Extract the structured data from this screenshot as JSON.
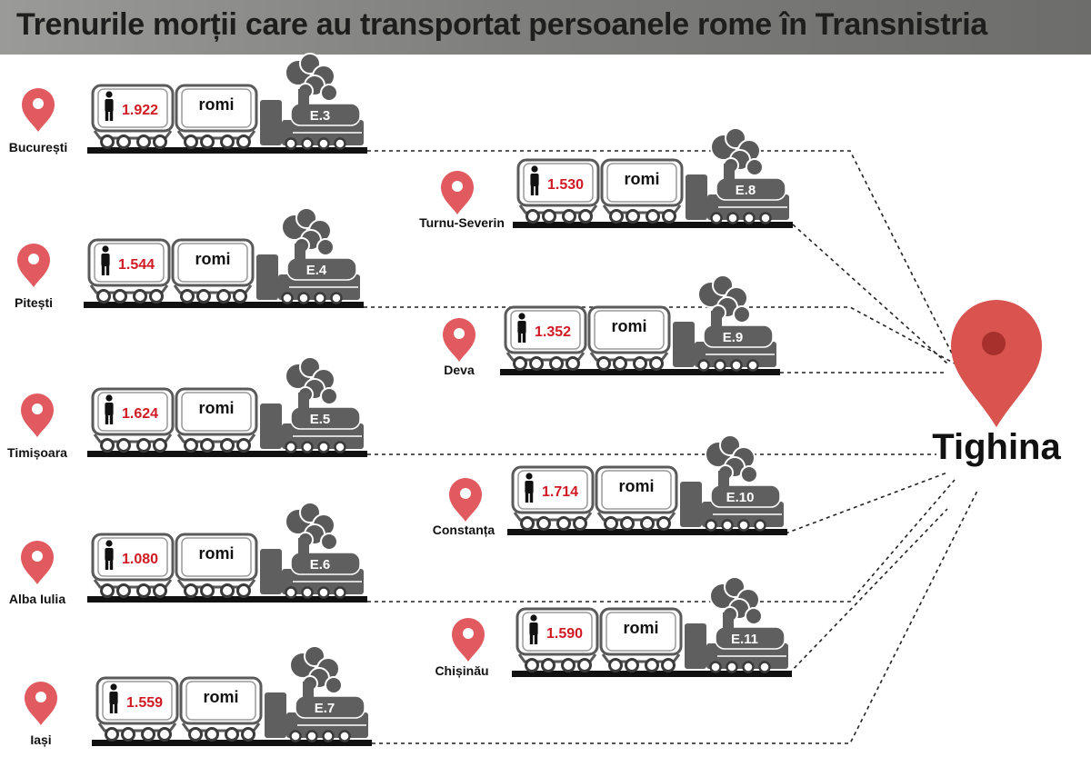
{
  "title": "Trenurile morții care au transportat persoanele rome în Transnistria",
  "destination": {
    "name": "Tighina",
    "icon": "map-pin-icon",
    "color": "#d9534f"
  },
  "colors": {
    "marker": "#e05a5f",
    "count": "#d01a24",
    "locomotive": "#5f5f5f",
    "smoke": "#5a5a5a",
    "track": "#111111"
  },
  "trains": [
    {
      "city": "București",
      "count": "1.922",
      "car_label": "romi",
      "engine": "E.3"
    },
    {
      "city": "Pitești",
      "count": "1.544",
      "car_label": "romi",
      "engine": "E.4"
    },
    {
      "city": "Timișoara",
      "count": "1.624",
      "car_label": "romi",
      "engine": "E.5"
    },
    {
      "city": "Alba Iulia",
      "count": "1.080",
      "car_label": "romi",
      "engine": "E.6"
    },
    {
      "city": "Iași",
      "count": "1.559",
      "car_label": "romi",
      "engine": "E.7"
    },
    {
      "city": "Turnu-Severin",
      "count": "1.530",
      "car_label": "romi",
      "engine": "E.8"
    },
    {
      "city": "Deva",
      "count": "1.352",
      "car_label": "romi",
      "engine": "E.9"
    },
    {
      "city": "Constanța",
      "count": "1.714",
      "car_label": "romi",
      "engine": "E.10"
    },
    {
      "city": "Chișinău",
      "count": "1.590",
      "car_label": "romi",
      "engine": "E.11"
    }
  ]
}
